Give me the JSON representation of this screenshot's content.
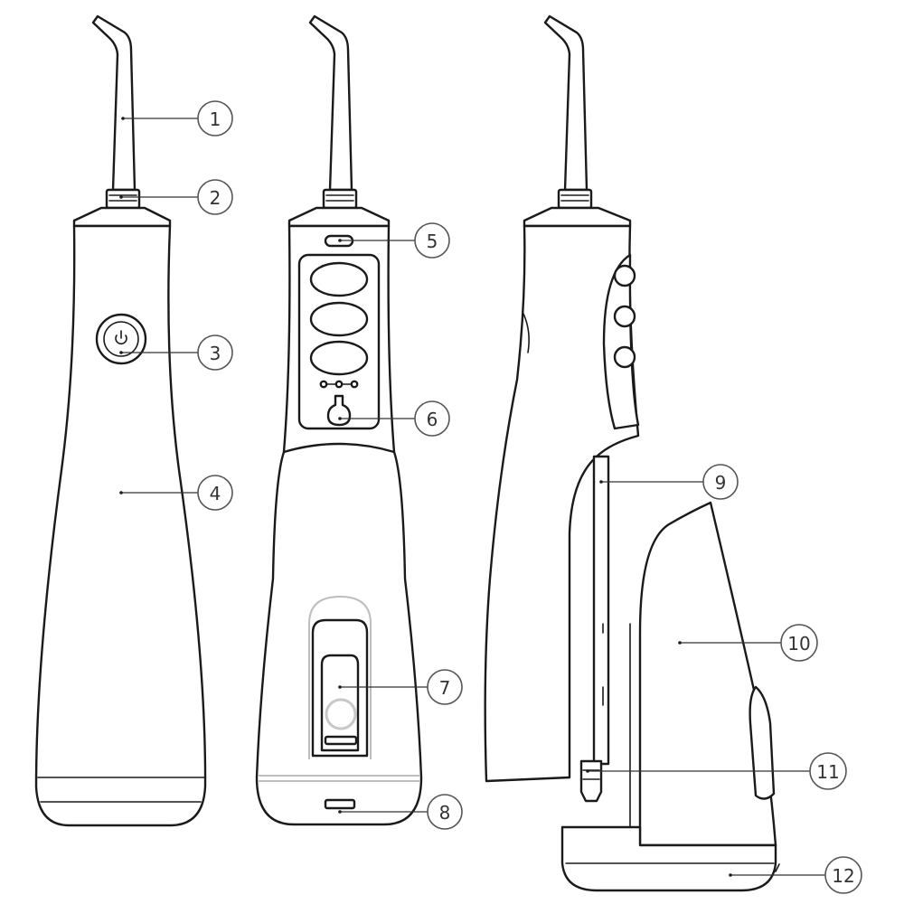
{
  "callouts": [
    {
      "label": "1"
    },
    {
      "label": "2"
    },
    {
      "label": "3"
    },
    {
      "label": "4"
    },
    {
      "label": "5"
    },
    {
      "label": "6"
    },
    {
      "label": "7"
    },
    {
      "label": "8"
    },
    {
      "label": "9"
    },
    {
      "label": "10"
    },
    {
      "label": "11"
    },
    {
      "label": "12"
    }
  ],
  "icons": {
    "power_button": "power-icon",
    "water_tank_release": "release-button-icon"
  },
  "colors": {
    "line": "#1a1a1a",
    "background": "#ffffff"
  }
}
